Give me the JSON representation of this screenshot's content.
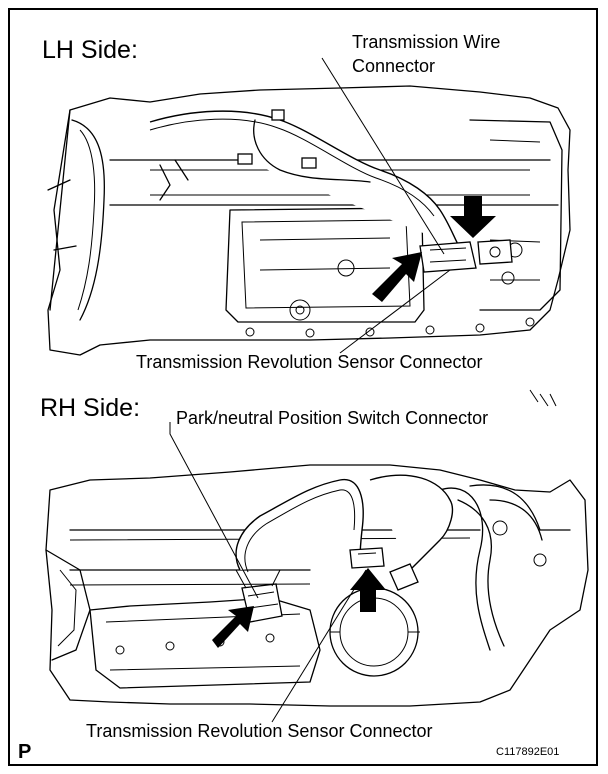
{
  "panels": [
    {
      "side_title": "LH Side:",
      "callouts": {
        "top_line1": "Transmission Wire",
        "top_line2": "Connector",
        "bottom": "Transmission Revolution Sensor Connector"
      }
    },
    {
      "side_title": "RH Side:",
      "callouts": {
        "top": "Park/neutral Position Switch Connector",
        "bottom": "Transmission Revolution Sensor Connector"
      }
    }
  ],
  "footer": {
    "left_mark": "P",
    "figure_code": "C117892E01"
  },
  "colors": {
    "line": "#000000",
    "background": "#ffffff"
  }
}
